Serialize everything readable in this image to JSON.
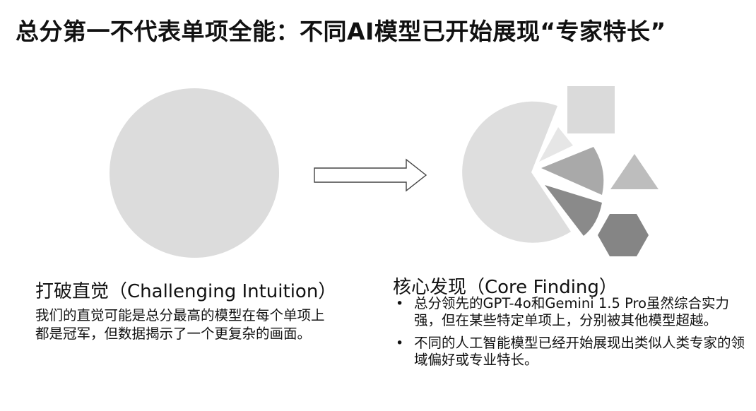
{
  "title": "总分第一不代表单项全能：不同AI模型已开始展现“专家特长”",
  "left": {
    "heading": "打破直觉（Challenging Intuition）",
    "body": "我们的直觉可能是总分最高的模型在每个单项上都是冠军，但数据揭示了一个更复杂的画面。"
  },
  "right": {
    "heading": "核心发现（Core Finding）",
    "bullets": [
      "总分领先的GPT-4o和Gemini 1.5 Pro虽然综合实力强，但在某些特定单项上，分别被其他模型超越。",
      "不同的人工智能模型已经开始展现出类似人类专家的领域偏好或专业特长。"
    ]
  },
  "colors": {
    "circle": "#dcdcdc",
    "pie_main": "#dedede",
    "wedge_light": "#e6e6e6",
    "wedge_mid": "#a9a9a9",
    "wedge_dark": "#8a8a8a",
    "square": "#dadada",
    "triangle": "#bdbdbd",
    "hexagon": "#858585",
    "arrow_stroke": "#444444"
  },
  "icons": [
    "circle-shape",
    "arrow-right-icon",
    "pie-shape",
    "square-shape",
    "triangle-shape",
    "hexagon-shape"
  ]
}
